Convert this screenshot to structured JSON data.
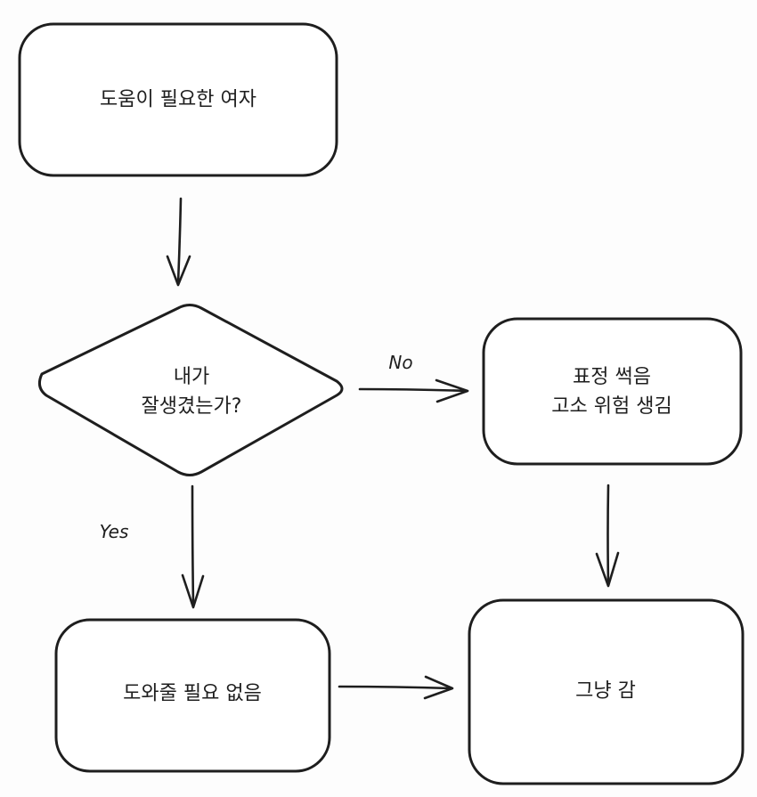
{
  "diagram": {
    "type": "flowchart",
    "nodes": [
      {
        "id": "start",
        "shape": "rounded-rect",
        "text": "도움이 필요한 여자"
      },
      {
        "id": "decision",
        "shape": "diamond",
        "text": "내가\n잘생겼는가?"
      },
      {
        "id": "no_result",
        "shape": "rounded-rect",
        "text": "표정 썩음\n고소 위험 생김"
      },
      {
        "id": "yes_result",
        "shape": "rounded-rect",
        "text": "도와줄 필요 없음"
      },
      {
        "id": "end",
        "shape": "rounded-rect",
        "text": "그냥 감"
      }
    ],
    "edges": [
      {
        "from": "start",
        "to": "decision",
        "label": ""
      },
      {
        "from": "decision",
        "to": "no_result",
        "label": "No"
      },
      {
        "from": "decision",
        "to": "yes_result",
        "label": "Yes"
      },
      {
        "from": "no_result",
        "to": "end",
        "label": ""
      },
      {
        "from": "yes_result",
        "to": "end",
        "label": ""
      }
    ]
  }
}
